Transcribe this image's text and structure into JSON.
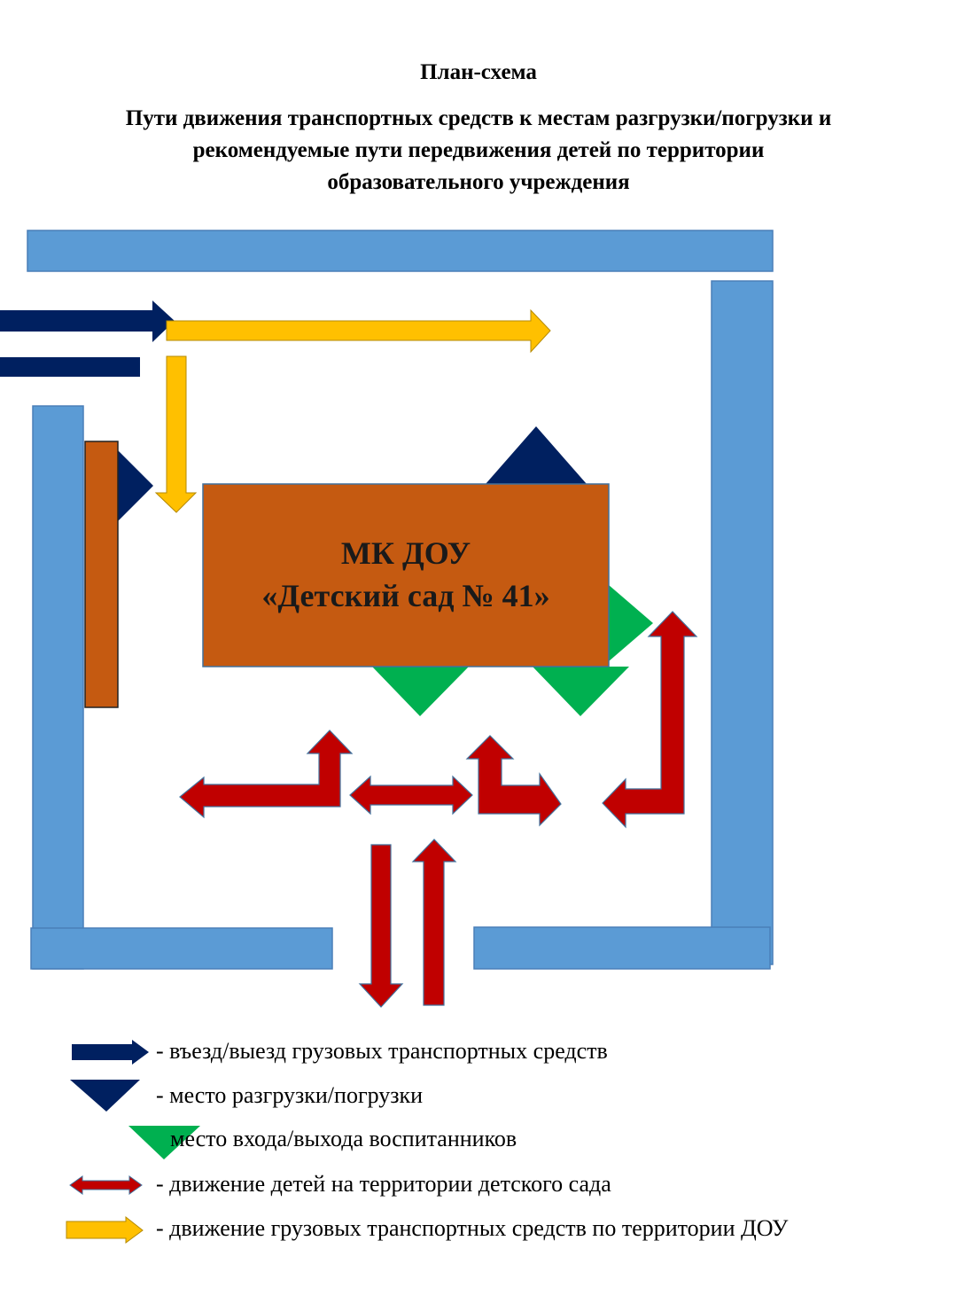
{
  "header": {
    "title": "План-схема",
    "subtitle_lines": [
      "Пути движения транспортных средств к местам разгрузки/погрузки и",
      "рекомендуемые пути передвижения детей по территории",
      "образовательного учреждения"
    ]
  },
  "building": {
    "line1": "МК ДОУ",
    "line2": "«Детский сад № 41»"
  },
  "legend": [
    {
      "icon": "navy-arrow-icon",
      "text": "- въезд/выезд грузовых транспортных средств"
    },
    {
      "icon": "navy-triangle-icon",
      "text": "- место разгрузки/погрузки"
    },
    {
      "icon": "green-triangle-icon",
      "text": "место входа/выхода воспитанников"
    },
    {
      "icon": "red-double-arrow-icon",
      "text": "- движение детей на территории детского сада"
    },
    {
      "icon": "yellow-arrow-icon",
      "text": "- движение грузовых транспортных средств по территории ДОУ"
    }
  ],
  "colors": {
    "fence": "#5b9bd5",
    "building": "#c55a11",
    "truck_entry": "#002060",
    "unloading": "#002060",
    "children_entry": "#00b050",
    "children_path": "#c00000",
    "truck_path": "#ffc000"
  }
}
